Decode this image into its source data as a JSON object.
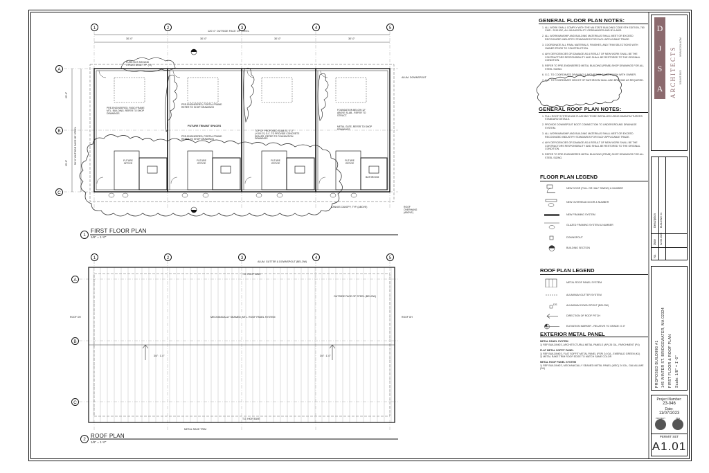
{
  "sheet": {
    "firm": {
      "name": "ARCHITECTS",
      "logo_letters": [
        "D",
        "J",
        "S",
        "A"
      ],
      "website": "WWW.DJSA.COM",
      "phone": "508-697-8300"
    },
    "project_title": "PROPOSED BUILDING #1",
    "project_address": "145 WINTER ST. BRIDGEWATER, MA 02324",
    "drawing_title": "FIRST FLOOR & ROOF PLAN",
    "scale": "Scale:   1/8\" = 1'-0\"",
    "revisions": {
      "headers": [
        "No.",
        "Date",
        "Description"
      ],
      "rows": [
        {
          "no": "",
          "date": "02.08.2024",
          "description": "BUILDING #1"
        }
      ]
    },
    "project_number_label": "Project Number:",
    "project_number": "23-046",
    "date_label": "Date:",
    "date": "11/07/2023",
    "stamp_labels": [
      "PROJECT",
      "FILE"
    ],
    "permit_set": "PERMIT SET",
    "sheet_number": "A1.01"
  },
  "first_floor": {
    "title": "FIRST FLOOR PLAN",
    "scale": "1/8\" = 1'-0\"",
    "number": "1",
    "column_grid": [
      "1",
      "2",
      "3",
      "4",
      "5"
    ],
    "row_grid": [
      "A",
      "B",
      "C"
    ],
    "overall_dim": "120'-0\" OUTSIDE FACE OF STEEL",
    "bay_dims": [
      "30'-0\"",
      "30'-0\"",
      "30'-0\"",
      "30'-0\""
    ],
    "side_dims": [
      "25'-0\"",
      "50'-0\" OUTSIDE FACE OF STEEL",
      "25'-0\""
    ],
    "labels": {
      "ohd": "O.H.",
      "future_office": "FUTURE OFFICE",
      "future_tenant": "FUTURE TENANT SPACES",
      "bathroom": "BATHROOM",
      "eq": "EQ"
    },
    "notes": [
      "PURE-OUT AROUND STRUCTURAL TYP. (-9)",
      "PRE-ENGINEERED, RIGID FRAME MTL. BUILDING. REFER TO SHOP DRAWINGS",
      "PRE-ENGINEERED, PORTAL FRAME. REFER TO SHOP DRAWINGS",
      "PRE-ENGINEERED, PORTAL FRAME. REFER TO SHOP DRAWINGS",
      "TOP OF PROPOSED SLAB EL. 0'-0\" (+100'-0\") G.C. TO PROVIDE CONCRETE SEALER, REFER TO FOUNDATION DRAWINGS",
      "FOUNDATION BELOW 12\" ABOVE SLAB - REFER TO STRUCT.",
      "METAL GATE, REFER TO SHOP DRAWINGS",
      "ALUM. DOWNSPOUT",
      "CANVAS CANOPY, TYP. (ABOVE)",
      "ROOF OVERHANG (ABOVE)"
    ]
  },
  "roof_plan": {
    "title": "ROOF PLAN",
    "scale": "1/8\" = 1'-0\"",
    "number": "2",
    "notes": [
      "ALUM. GUTTER & DOWNSPOUT (BELOW)",
      "OUTSIDE FACE OF STEEL (BELOW)",
      "MECHANICALLY SEAMED, MTL. ROOF PANEL SYSTEM",
      "METAL RAKE TRIM"
    ],
    "elevations": [
      "T.O. ROOF EAVE",
      "T.O. HIGH EAVE",
      "ROOF OH",
      "ROOF OH"
    ],
    "slope": "3/4\" : 1'-0\""
  },
  "general_floor_notes": {
    "title": "GENERAL FLOOR PLAN NOTES:",
    "items": [
      "ALL WORK SHALL COMPLY WITH THE MA STATE BUILDING CODE 9TH EDITION, 780 CMR - 2015 IBC, ALL MUNICIPALITY ORDINANCES AND BY-LAWS.",
      "ALL WORKMANSHIP AND BUILDING MATERIALS SHALL MEET OR EXCEED RECOGNIZED INDUSTRY STANDARDS FOR EACH APPLICABLE TRADE.",
      "COORDINATE ALL FINAL MATERIALS, FINISHES, AND TRIM SELECTIONS WITH OWNER PRIOR TO CONSTRUCTION.",
      "ANY DEFICIENCIES OR DAMAGE AS A RESULT OF NEW WORK SHALL BE THE CONTRACTORS RESPONSIBILITY AND SHALL BE RESTORED TO THE ORIGINAL CONDITION.",
      "REFER TO PRE-ENGINEERED METAL BUILDING (PEMB) SHOP DRAWINGS FOR ALL STEEL SIZING.",
      "G.C. TO COORDINATE DRAWING & BATHROOM SHALL FINISH WITH OWNER.",
      "G.C. TO COORDINATE HEIGHT OF BATHROOM WALL AND BRACING AS REQUIRED."
    ]
  },
  "general_roof_notes": {
    "title": "GENERAL ROOF PLAN NOTES:",
    "items": [
      "FULL ROOF SYSTEM AND FLASHING TO BE INSTALLED USING MANUFACTURERS STANDARD DETAILS.",
      "PROVIDE DOWNSPOUT BOOT CONNECTION TO UNDERGROUND DRAINAGE SYSTEM.",
      "ALL WORKMANSHIP AND BUILDING MATERIALS SHALL MEET OR EXCEED RECOGNIZED INDUSTRY STANDARDS FOR EACH APPLICABLE TRADE.",
      "ANY DEFICIENCIES OR DAMAGE AS A RESULT OF NEW WORK SHALL BE THE CONTRACTORS RESPONSIBILITY AND SHALL BE RESTORED TO THE ORIGINAL CONDITION.",
      "REFER TO PRE-ENGINEERED METAL BUILDING (PEMB) SHOP DRAWINGS FOR ALL STEEL SIZING."
    ]
  },
  "floor_legend": {
    "title": "FLOOR PLAN LEGEND",
    "items": [
      {
        "icon": "door-tag-icon",
        "label": "NEW DOOR (FULL OR HALF SWING) & NUMBER"
      },
      {
        "icon": "overhead-door-icon",
        "label": "NEW OVERHEAD DOOR & NUMBER"
      },
      {
        "icon": "framing-icon",
        "label": "NEW FRAMING SYSTEM"
      },
      {
        "icon": "glazed-system-icon",
        "label": "GLAZED FRAMING SYSTEM & NUMBER"
      },
      {
        "icon": "downspout-icon",
        "label": "DOWNSPOUT"
      },
      {
        "icon": "section-icon",
        "label": "BUILDING SECTION"
      }
    ]
  },
  "roof_legend": {
    "title": "ROOF PLAN LEGEND",
    "items": [
      {
        "icon": "roof-panel-icon",
        "label": "METAL ROOF PANEL SYSTEM"
      },
      {
        "icon": "gutter-icon",
        "label": "ALUMINUM GUTTER SYSTEM"
      },
      {
        "icon": "downspout-below-icon",
        "label": "ALUMINUM DOWN SPOUT (BELOW)"
      },
      {
        "icon": "pitch-arrow-icon",
        "label": "DIRECTION OF ROOF PITCH"
      },
      {
        "icon": "elevation-marker-icon",
        "label": "ELEVATION MARKER - RELATIVE TO GRADE: 0'-0\""
      }
    ]
  },
  "exterior_metal_panel": {
    "title": "EXTERIOR METAL PANEL",
    "sections": [
      {
        "title": "METAL PANEL SYSTEM",
        "items": [
          "1) REF BUILDINGS, ARCHITECTURAL METAL PANELS (AP) 26 GA., PARCHMENT (P4)"
        ]
      },
      {
        "title": "FLAT METAL SOFFIT PANEL",
        "items": [
          "1) REF BUILDINGS, FLAT SOFFIT METAL PANEL (FSP) 24 GA., EMERALD GREEN (K1)",
          "2) METAL RAKE TRIM ROOF EDGE TO MATCH SAME COLOR"
        ]
      },
      {
        "title": "METAL ROOF PANEL SYSTEM",
        "items": [
          "1) REF BUILDINGS, MECHANICALLY SEAMED METAL PANEL (MSC) 24 GA., GALVALUME (D4)"
        ]
      }
    ]
  }
}
